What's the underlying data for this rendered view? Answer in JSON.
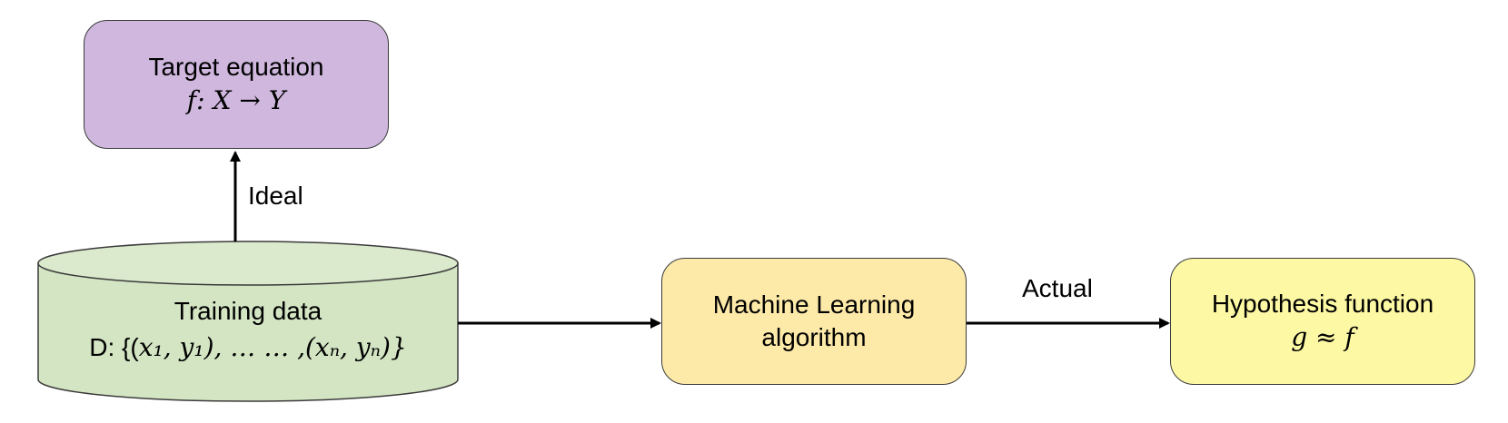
{
  "nodes": {
    "target": {
      "title": "Target equation",
      "formula": "f: X  → Y",
      "color": "#cfb7de"
    },
    "training": {
      "title": "Training data",
      "formula_prefix": "D: {(",
      "formula": "x₁, y₁), … … ,(xₙ, yₙ)}",
      "color": "#d3e5c3"
    },
    "ml": {
      "title_line1": "Machine Learning",
      "title_line2": "algorithm",
      "color": "#fde9a8"
    },
    "hypothesis": {
      "title": "Hypothesis function",
      "formula": "g ≈ f",
      "color": "#fdf8a4"
    }
  },
  "edges": {
    "ideal": {
      "label": "Ideal"
    },
    "actual": {
      "label": "Actual"
    }
  }
}
